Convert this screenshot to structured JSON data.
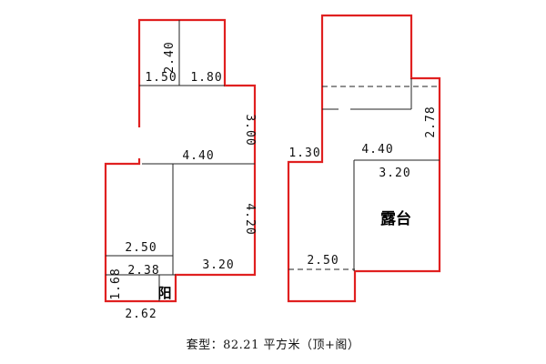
{
  "caption": "套型：82.21 平方米（顶+阁）",
  "left_plan": {
    "dims": {
      "d240": "2.40",
      "d150": "1.50",
      "d180": "1.80",
      "d300": "3.00",
      "d440": "4.40",
      "d420": "4.20",
      "d250": "2.50",
      "d238": "2.38",
      "d168": "1.68",
      "d320": "3.20",
      "d262": "2.62"
    },
    "room_label": "阳"
  },
  "right_plan": {
    "dims": {
      "d130": "1.30",
      "d440": "4.40",
      "d320": "3.20",
      "d278": "2.78",
      "d250": "2.50"
    },
    "room_label": "露台"
  },
  "colors": {
    "wall": "#e02020",
    "line": "#222222"
  }
}
